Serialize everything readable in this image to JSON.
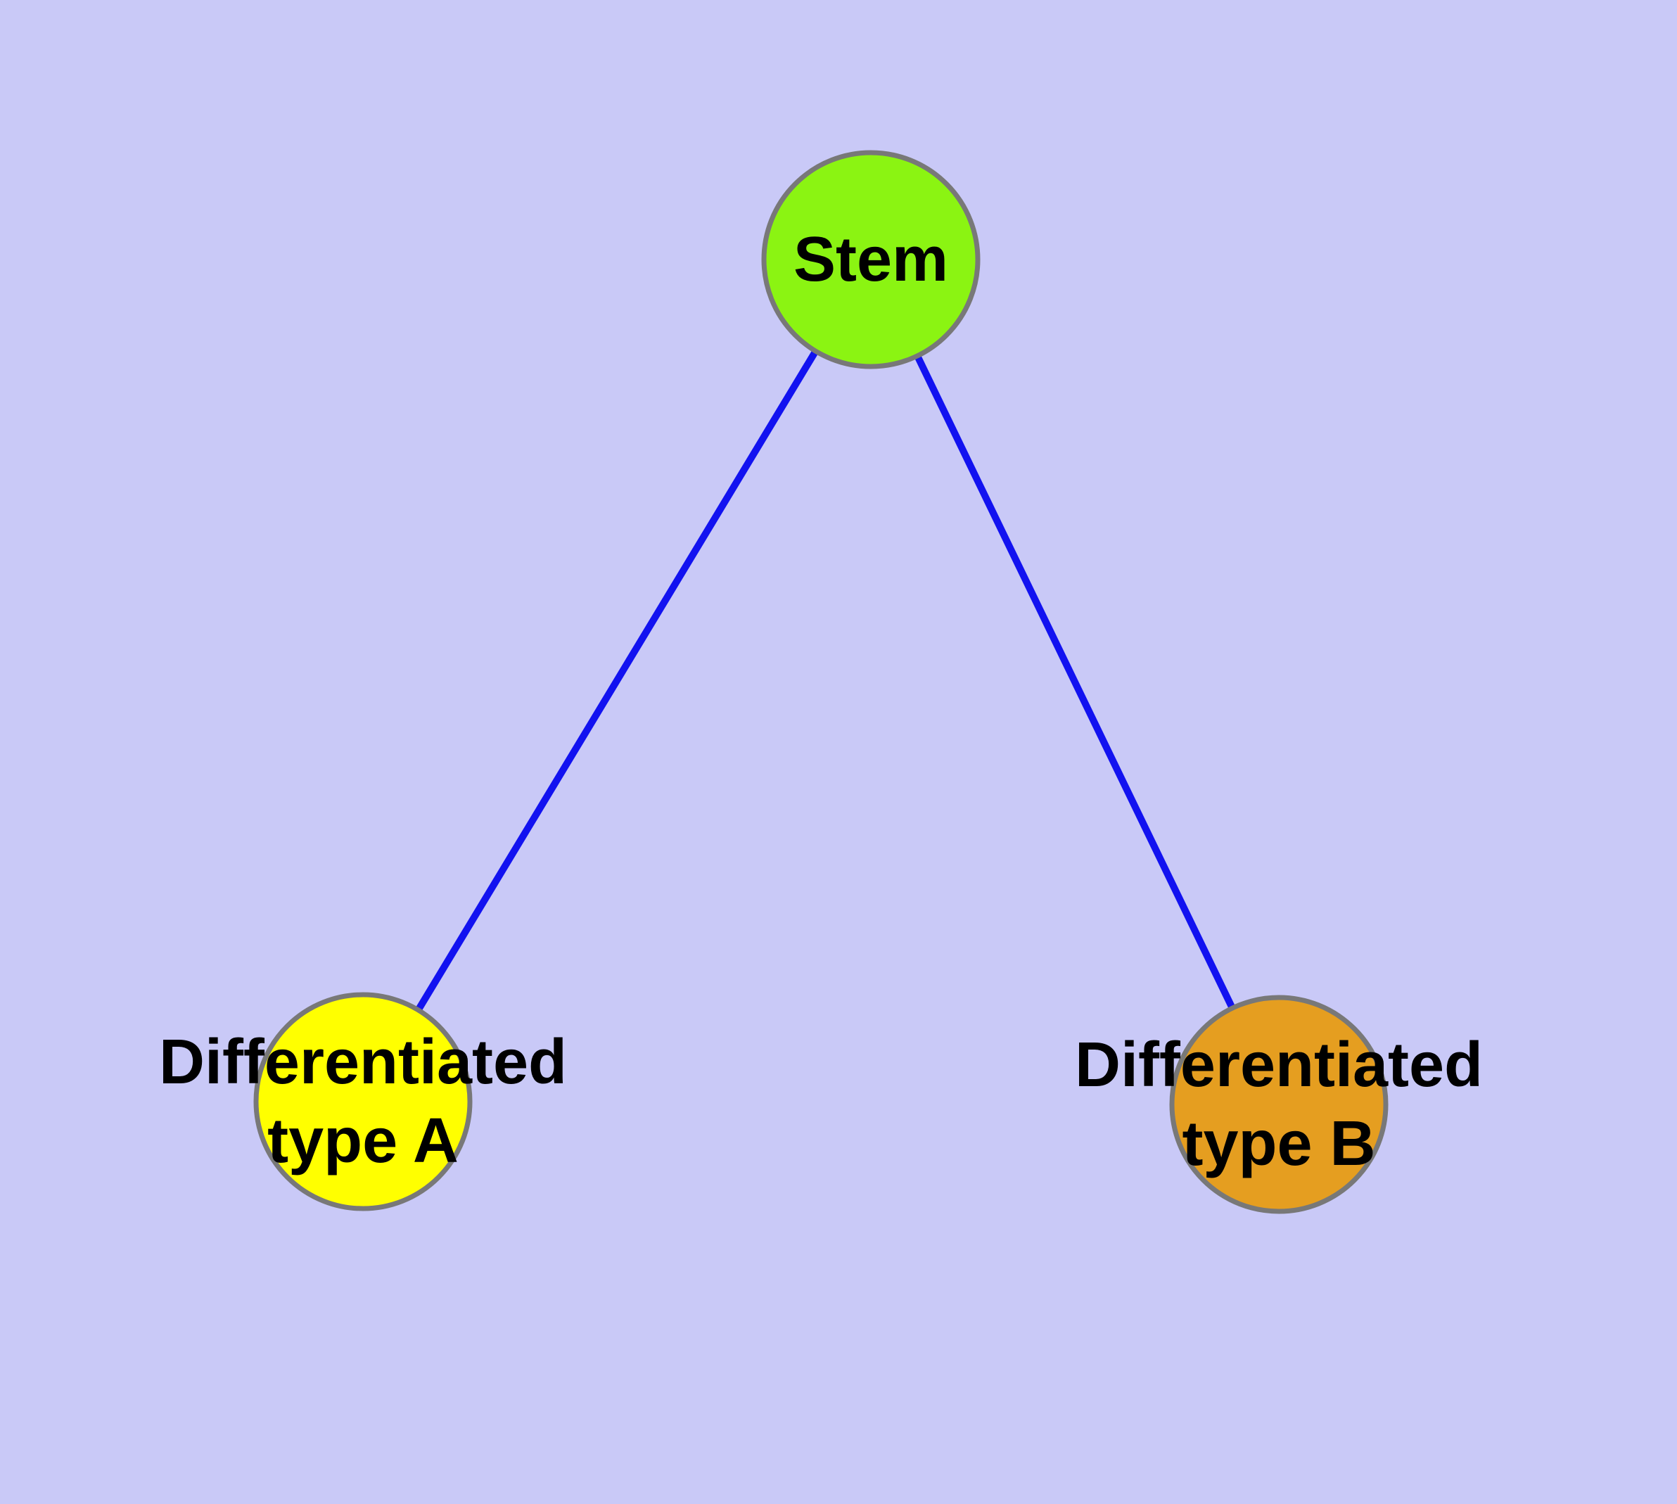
{
  "diagram": {
    "type": "node-link-graph",
    "nodes": [
      {
        "id": "stem",
        "label": "Stem",
        "fill": "#8BF412"
      },
      {
        "id": "differentiated-type-a",
        "label_line1": "Differentiated",
        "label_line2": "type A",
        "fill": "#FFFF00"
      },
      {
        "id": "differentiated-type-b",
        "label_line1": "Differentiated",
        "label_line2": "type B",
        "fill": "#E59E20"
      }
    ],
    "edges": [
      {
        "from": "Stem",
        "to": "Differentiated type A"
      },
      {
        "from": "Stem",
        "to": "Differentiated type B"
      }
    ]
  },
  "theme": {
    "background-color": "#C9C9F7",
    "edge-color": "#1212F0",
    "node-border-color": "#787878",
    "label-color": "#000000"
  }
}
